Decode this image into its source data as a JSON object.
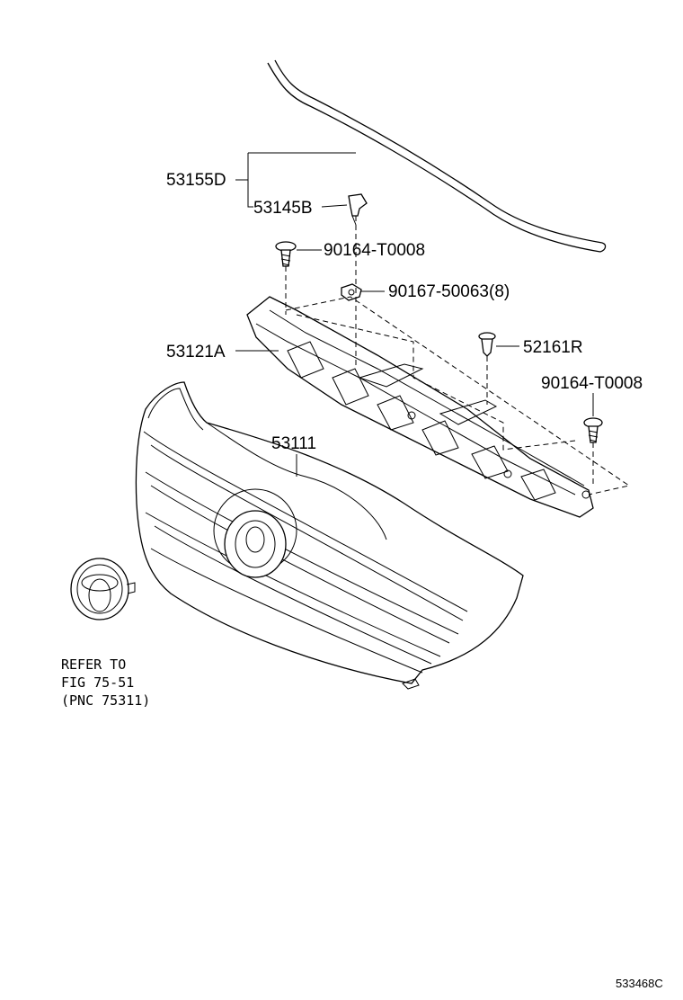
{
  "callouts": {
    "seal": "53155D",
    "clip_upper": "53145B",
    "screw_left": "90164-T0008",
    "nut": "90167-50063(8)",
    "bracket": "53121A",
    "clip_right": "52161R",
    "screw_right": "90164-T0008",
    "grille": "53111"
  },
  "note": {
    "line1": "REFER TO",
    "line2": "FIG 75-51",
    "line3": "(PNC 75311)"
  },
  "figure_id": "533468C"
}
